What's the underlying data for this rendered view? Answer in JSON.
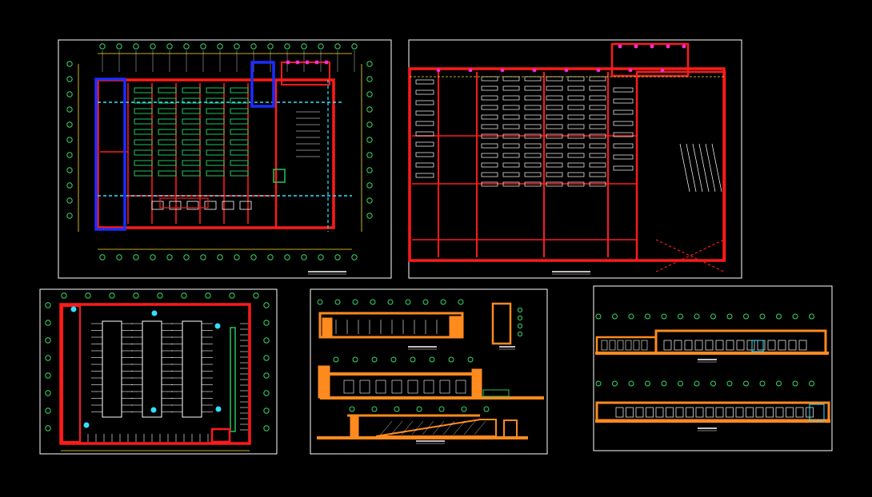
{
  "drawing_set": {
    "sheets": [
      {
        "id": "ground-floor-plan",
        "kind": "plan-highlighted"
      },
      {
        "id": "upper-floor-plan",
        "kind": "plan"
      },
      {
        "id": "parking-plan",
        "kind": "parking"
      },
      {
        "id": "sections",
        "kind": "sections"
      },
      {
        "id": "elevations",
        "kind": "elevations"
      }
    ]
  },
  "colors": {
    "background": "#000000",
    "frame": "#ffffff",
    "walls": "#ff1a1a",
    "fixtures": "#ffffff",
    "shelving": "#22c55e",
    "highlight": "#1d2cff",
    "grid_bubble": "#38d66b",
    "dimension": "#ffe135",
    "column_dot": "#ff2bd6",
    "section_fill": "#ff8a1e",
    "dashed_axis": "#32e0ff"
  }
}
